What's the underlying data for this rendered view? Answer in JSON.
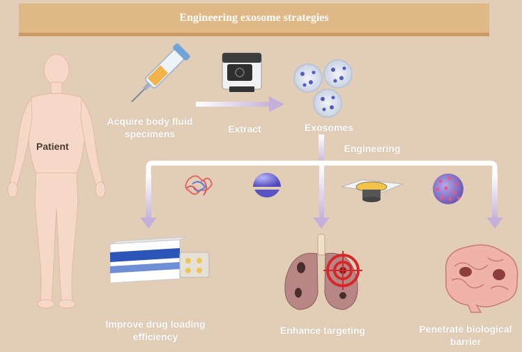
{
  "title": "Engineering exosome strategies",
  "labels": {
    "patient": "Patient",
    "acquire": "Acquire body fluid specimens",
    "extract": "Extract",
    "exosomes": "Exosomes",
    "engineering": "Engineering",
    "drug_loading": "Improve drug loading efficiency",
    "targeting": "Enhance targeting",
    "barrier": "Penetrate biological barrier"
  },
  "colors": {
    "background": "#e2cdb6",
    "title_bar": "#e0b886",
    "arrow": "#ffffff",
    "arrow_head": "#c8b4d8"
  },
  "icons": [
    "human-body-icon",
    "syringe-icon",
    "centrifuge-machine-icon",
    "petri-dish-icon",
    "peptide-network-icon",
    "liposome-icon",
    "membrane-chip-icon",
    "nanoparticle-icon",
    "drug-box-icon",
    "lungs-target-icon",
    "brain-icon"
  ]
}
